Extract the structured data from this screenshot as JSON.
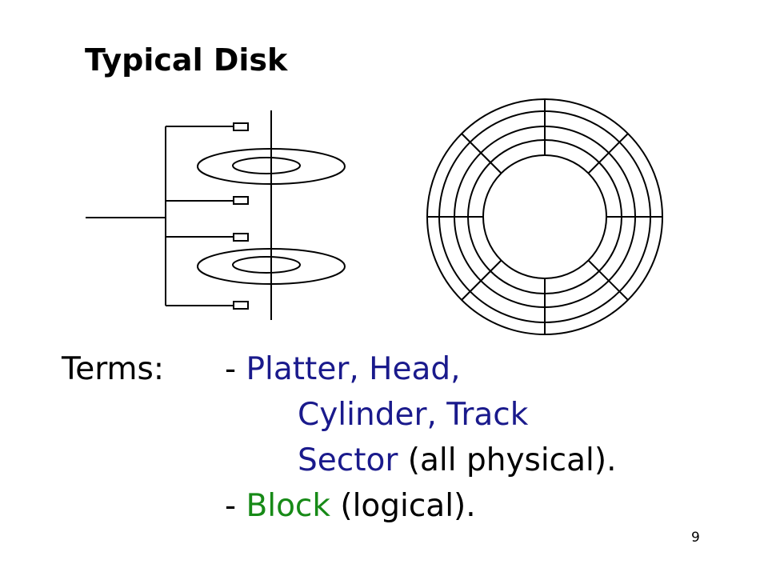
{
  "slide": {
    "title": "Typical Disk",
    "page_number": "9"
  },
  "colors": {
    "text": "#000000",
    "term_highlight": "#1a1a8c",
    "logical_highlight": "#178a17"
  },
  "terms": {
    "label": "Terms:",
    "line1": {
      "prefix": "- ",
      "highlight": "Platter, Head,"
    },
    "line2": {
      "highlight": "Cylinder, Track"
    },
    "line3": {
      "highlight": "Sector",
      "suffix": " (all physical)."
    },
    "line4": {
      "prefix": "- ",
      "highlight": "Block",
      "suffix": " (logical)."
    }
  },
  "diagram": {
    "side_view": {
      "platter_count": 2,
      "head_count": 4
    },
    "top_view": {
      "track_count": 4,
      "sector_divider_count": 8
    }
  }
}
